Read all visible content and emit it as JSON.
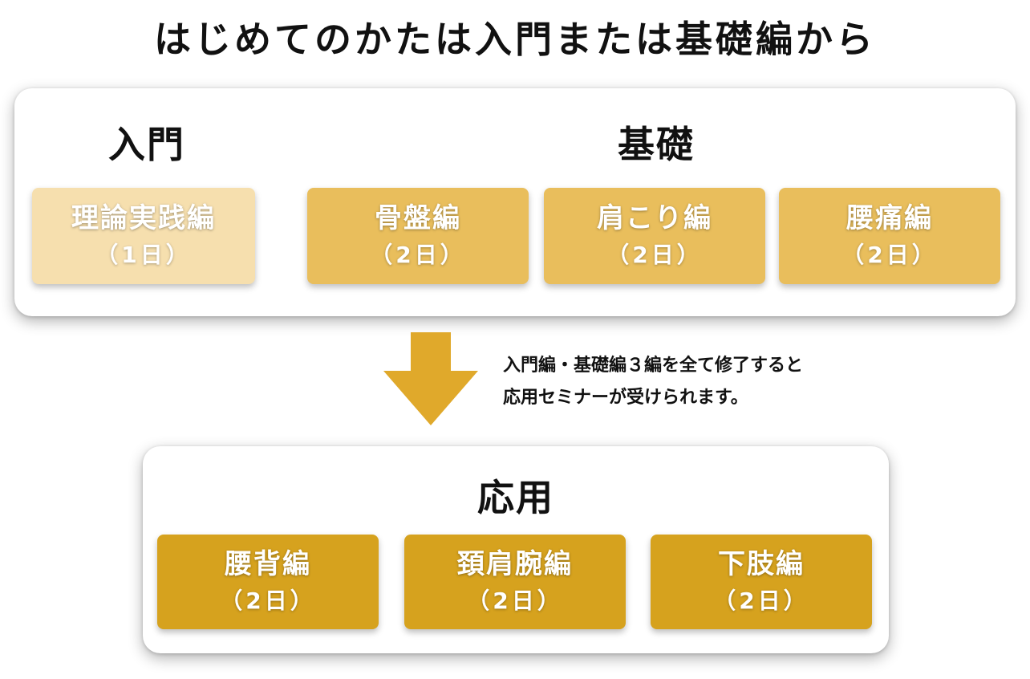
{
  "title": "はじめてのかたは入門または基礎編から",
  "colors": {
    "intro_card": "#F6DFAE",
    "basic_card": "#E9BE5C",
    "applied_card": "#D6A21E",
    "arrow": "#E0A92B"
  },
  "intro": {
    "heading": "入門",
    "cards": [
      {
        "title": "理論実践編",
        "days": "（1日）"
      }
    ]
  },
  "basic": {
    "heading": "基礎",
    "cards": [
      {
        "title": "骨盤編",
        "days": "（2日）"
      },
      {
        "title": "肩こり編",
        "days": "（2日）"
      },
      {
        "title": "腰痛編",
        "days": "（2日）"
      }
    ]
  },
  "note": {
    "line1": "入門編・基礎編３編を全て修了すると",
    "line2": "応用セミナーが受けられます。"
  },
  "applied": {
    "heading": "応用",
    "cards": [
      {
        "title": "腰背編",
        "days": "（2日）"
      },
      {
        "title": "頚肩腕編",
        "days": "（2日）"
      },
      {
        "title": "下肢編",
        "days": "（2日）"
      }
    ]
  }
}
